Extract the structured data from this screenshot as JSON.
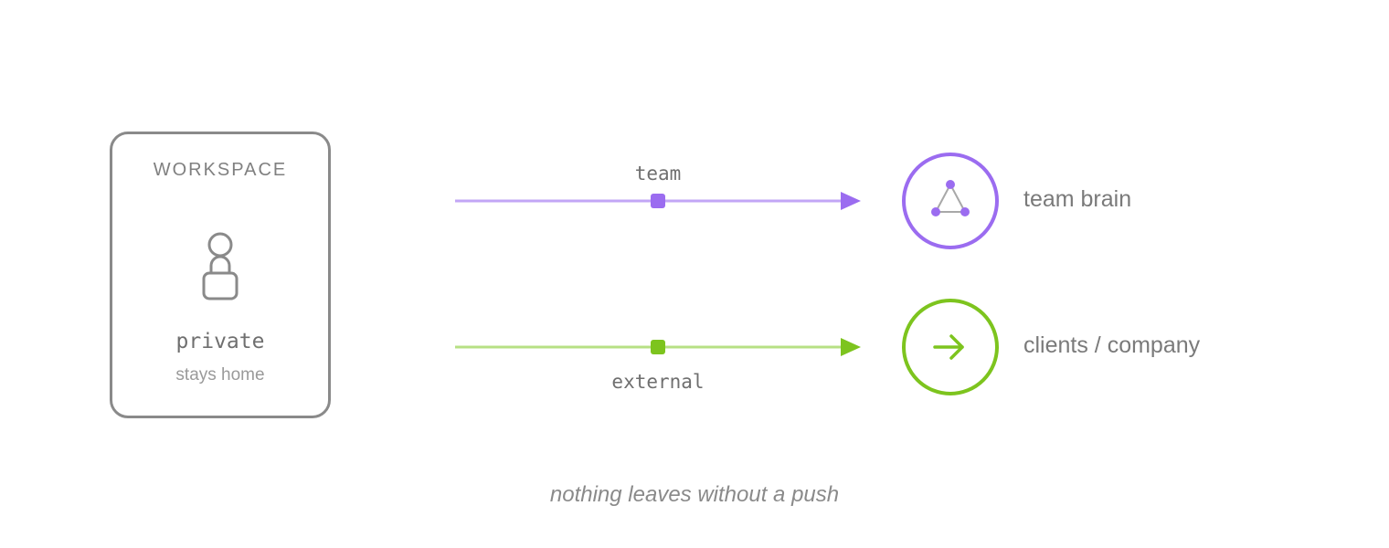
{
  "workspace": {
    "title": "WORKSPACE",
    "icon": "person-lock-icon",
    "label": "private",
    "sublabel": "stays home"
  },
  "flows": [
    {
      "edge_label": "team",
      "destination": "team brain",
      "destination_icon": "network-triangle-icon",
      "color": "#9b6cf0",
      "line_color": "#c2a6f6"
    },
    {
      "edge_label": "external",
      "destination": "clients / company",
      "destination_icon": "arrow-right-icon",
      "color": "#7dc41e",
      "line_color": "#b7e084"
    }
  ],
  "caption": "nothing leaves without a push"
}
